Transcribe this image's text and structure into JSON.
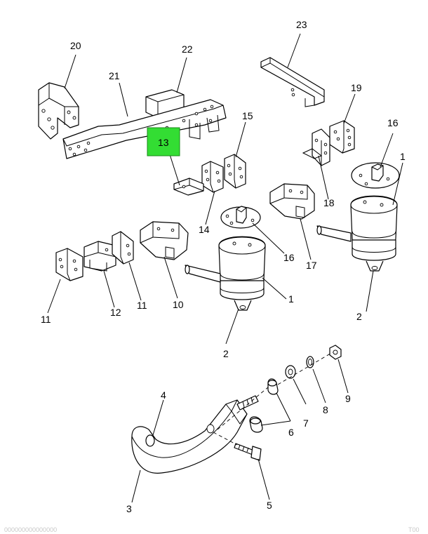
{
  "callouts": {
    "c1a": "1",
    "c1b": "1",
    "c2a": "2",
    "c2b": "2",
    "c3": "3",
    "c4": "4",
    "c5": "5",
    "c6": "6",
    "c7": "7",
    "c8": "8",
    "c9": "9",
    "c10": "10",
    "c11a": "11",
    "c11b": "11",
    "c12": "12",
    "c13": "13",
    "c14": "14",
    "c15": "15",
    "c16a": "16",
    "c16b": "16",
    "c17": "17",
    "c18": "18",
    "c19": "19",
    "c20": "20",
    "c21": "21",
    "c22": "22",
    "c23": "23"
  },
  "highlight": {
    "part": "13",
    "color": "#33dd33"
  },
  "footer": {
    "left": "000000000000000",
    "right": "T00"
  }
}
